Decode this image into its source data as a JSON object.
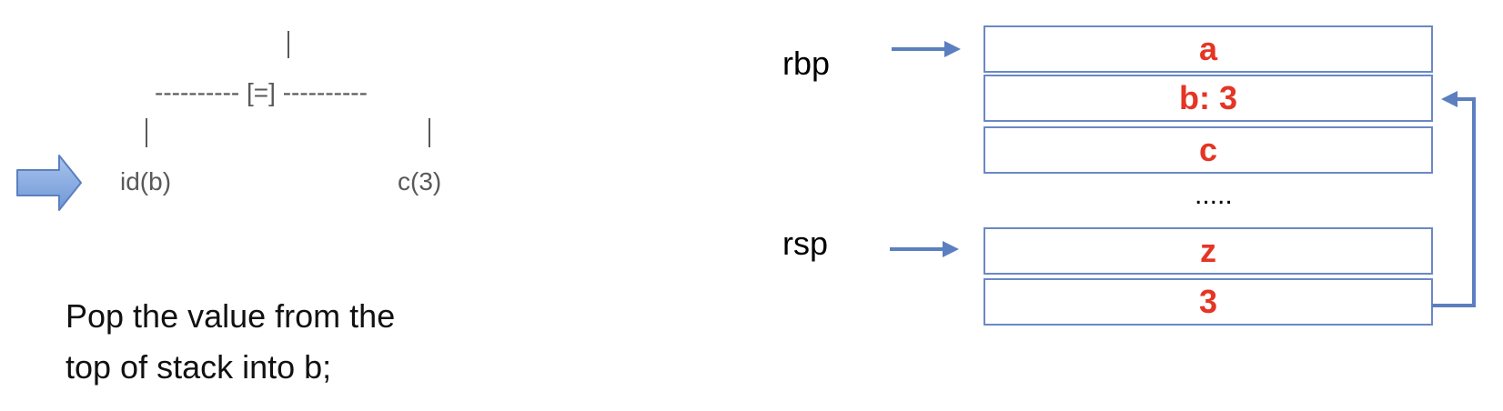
{
  "tree": {
    "assign_node": "---------- [=] ----------",
    "left_child": "id(b)",
    "right_child": "c(3)"
  },
  "caption": {
    "line1": "Pop the value from the",
    "line2": "top of stack into b;"
  },
  "registers": {
    "base_pointer": "rbp",
    "stack_pointer": "rsp"
  },
  "stack": {
    "upper_slots": [
      "a",
      "b: 3",
      "c"
    ],
    "ellipsis": ".....",
    "lower_slots": [
      "z",
      "3"
    ]
  },
  "colors": {
    "arrow": "#5b7fbf",
    "slot_border": "#6a89c4",
    "slot_text": "#e53524",
    "tree_text": "#595959",
    "pointer_arrow_fill": "#8eb0e3"
  }
}
